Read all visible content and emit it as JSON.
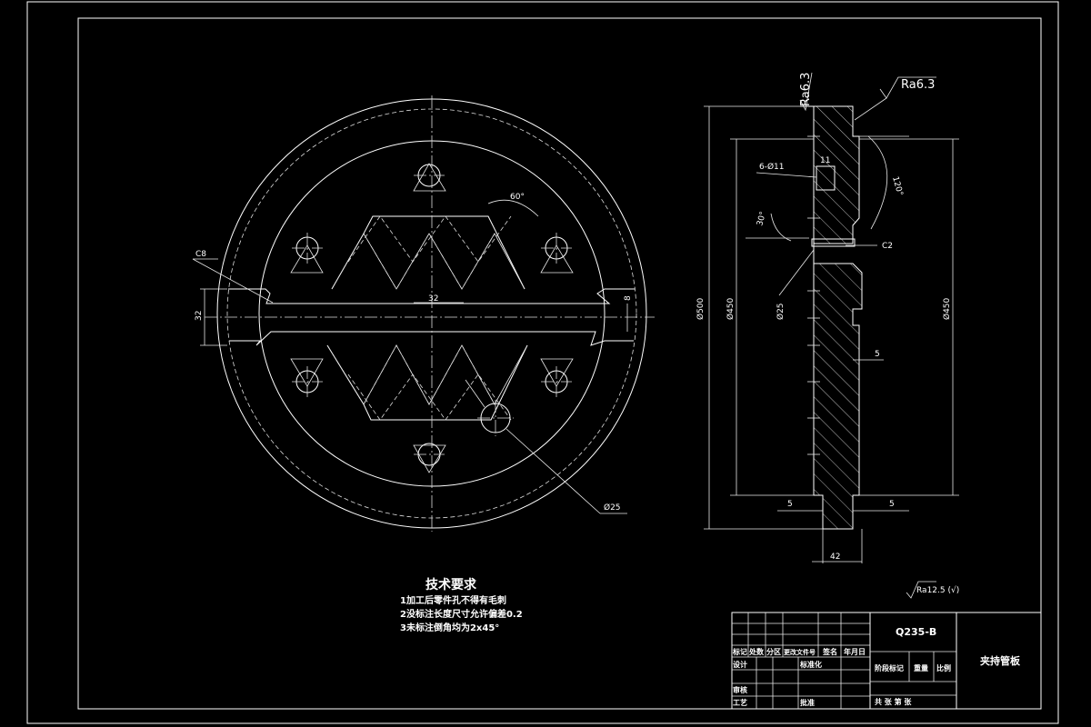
{
  "drawing": {
    "dimensions": {
      "chamfer_left": "C8",
      "slot_height": "32",
      "slot_width": "32",
      "gap": "8",
      "angle_60": "60°",
      "dia_hole": "Ø25",
      "roughness_top": "Ra6.3",
      "roughness_side": "Ra6.3",
      "holes": "6-Ø11",
      "dim_11": "11",
      "angle_120": "120°",
      "angle_30": "30°",
      "chamfer_right": "C2",
      "dia_25v": "Ø25",
      "dia_500": "Ø500",
      "dia_450_left": "Ø450",
      "dia_450_right": "Ø450",
      "dim_5_mid": "5",
      "dim_5_left": "5",
      "dim_5_right": "5",
      "thickness": "42"
    },
    "general_roughness": "Ra12.5 (√)",
    "tech_requirements": {
      "title": "技术要求",
      "items": [
        "1加工后零件孔不得有毛刺",
        "2没标注长度尺寸允许偏差0.2",
        "3未标注倒角均为2x45°"
      ]
    },
    "title_block": {
      "material": "Q235-B",
      "part_name": "夹持管板",
      "headers": [
        "标记",
        "处数",
        "分区",
        "更改文件号",
        "签名",
        "年月日"
      ],
      "design": "设计",
      "standardization": "标准化",
      "stage_mark": "阶段标记",
      "weight": "重量",
      "scale": "比例",
      "review": "审核",
      "process": "工艺",
      "approve": "批准",
      "sheets": "共  张 第  张"
    }
  }
}
